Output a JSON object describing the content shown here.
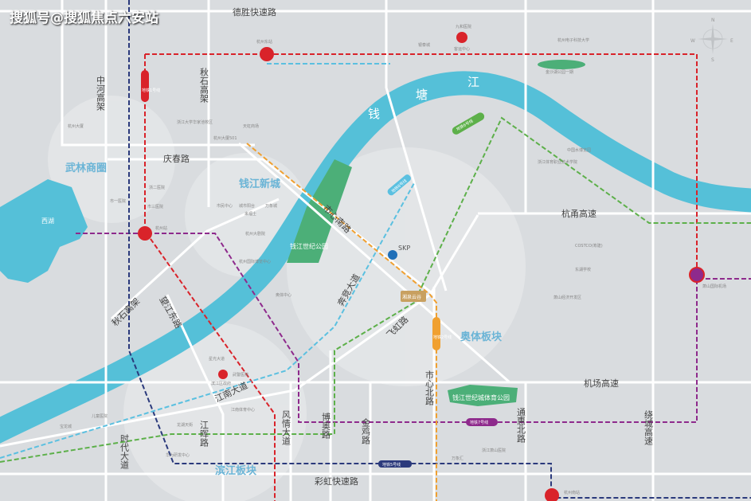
{
  "watermark": "搜狐号@搜狐焦点六安站",
  "roads": {
    "desheng": "德胜快速路",
    "zhonghe": "中河高架",
    "qiushi_n": "秋石高架",
    "qingchun": "庆春路",
    "qiushi_s": "秋石高架",
    "wangjiang": "望江东路",
    "shixin_s": "市心南路",
    "bensai": "奔竞大道",
    "feihong": "飞虹路",
    "jiangnan": "江南大道",
    "jianghui": "江晖路",
    "shidai": "时代大道",
    "fengqing": "风情大道",
    "boao": "博奥路",
    "jinji": "金鸡路",
    "shixin_n": "市心北路",
    "tonghui": "通惠北路",
    "raocheng": "绕城高速",
    "hangyong": "杭甬高速",
    "jichang": "机场高速",
    "caihong": "彩虹快速路"
  },
  "districts": {
    "wulin": "武林商圈",
    "qianjiang": "钱江新城",
    "aoti": "奥体板块",
    "binjiang": "滨江板块"
  },
  "water": {
    "river": [
      "钱",
      "塘",
      "江"
    ],
    "lake": "西湖"
  },
  "parks": {
    "century": "钱江世纪公园",
    "sports": "钱江世纪城体育公园",
    "jinsha": "金沙湖公园一期"
  },
  "stations": {
    "hz_east": "杭州东站",
    "hz": "杭州站",
    "hz_south": "杭州南站",
    "airport": "萧山国际机场",
    "bus": "客运中心"
  },
  "project": "滨江区政府",
  "landmark_project": "湘泉云谷",
  "skp": "SKP",
  "metro": {
    "l1": "地铁1号线",
    "l2": "地铁2号线",
    "l5": "地铁5号线",
    "l6": "地铁6号线",
    "l7": "地铁7号线",
    "l8": "地铁8号线"
  },
  "pois": [
    "杭州大厦",
    "城市阳台",
    "市民中心",
    "万象城",
    "来福士",
    "杭州大剧院",
    "浙二医院",
    "市一医院",
    "市三医院",
    "浙江大学华家池校区",
    "杭州大厦501",
    "天虹商场",
    "九和医院",
    "银泰城",
    "杭州电子科技大学",
    "中国水博览园",
    "浙江体育职业技术学院",
    "COSTCO(筹建)",
    "杭州国际博览中心",
    "奥体中心",
    "星光大道",
    "武警医院",
    "龙湖天街",
    "江南体育中心",
    "华为研发中心",
    "宝龙城",
    "儿童医院",
    "万象汇",
    "浙江萧山医院",
    "萧山经济开发区",
    "东湖学校"
  ],
  "compass": {
    "n": "N",
    "s": "S",
    "e": "E",
    "w": "W"
  },
  "colors": {
    "river": "#55c0d8",
    "park": "#4caf78",
    "red": "#d9232a",
    "purple": "#8e2a8c",
    "navy": "#2b3a7c",
    "orange": "#f0a030",
    "green": "#5db04a",
    "lightblue": "#5bc0e0"
  }
}
